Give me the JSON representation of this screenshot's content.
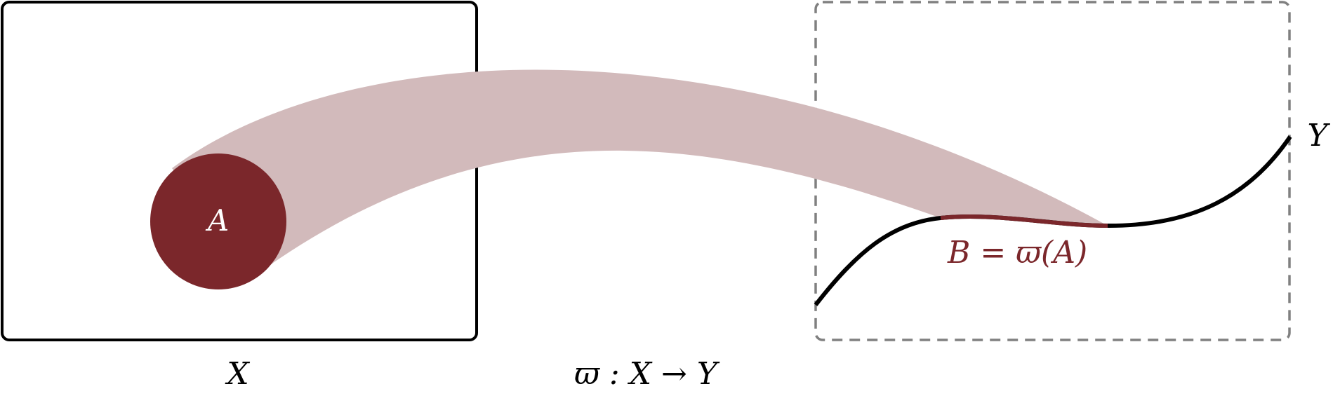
{
  "diagram": {
    "set_A_label": "A",
    "set_X_label": "X",
    "set_Y_label": "Y",
    "image_label": "B = ϖ(A)",
    "map_label": "ϖ : X → Y"
  },
  "colors": {
    "set_fill": "#7b272b",
    "band_fill": "#d2babb",
    "curve": "#000000",
    "frame_solid": "#000000",
    "frame_dashed": "#808080",
    "label_light": "#ffffff",
    "label_dark": "#000000"
  }
}
